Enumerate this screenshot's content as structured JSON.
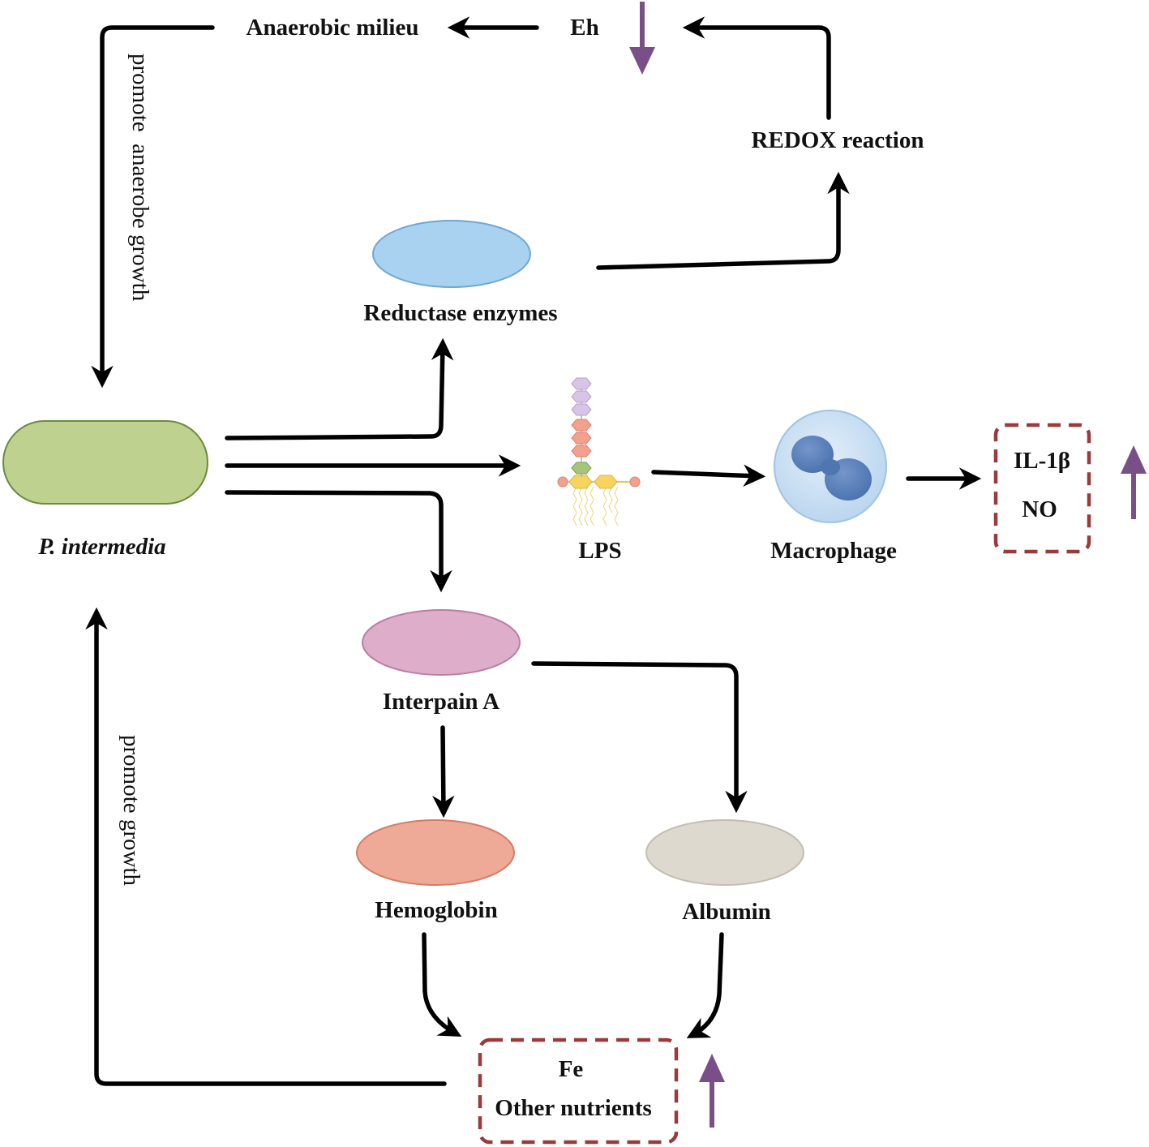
{
  "nodes": {
    "anaerobic_milieu": "Anaerobic milieu",
    "eh": "Eh",
    "redox_reaction": "REDOX reaction",
    "reductase_enzymes": "Reductase enzymes",
    "p_intermedia": "P. intermedia",
    "lps": "LPS",
    "macrophage": "Macrophage",
    "il1b": "IL-1β",
    "no": "NO",
    "interpain_a": "Interpain A",
    "hemoglobin": "Hemoglobin",
    "albumin": "Albumin",
    "fe": "Fe",
    "other_nutrients": "Other nutrients"
  },
  "edge_labels": {
    "promote_anaerobe_growth": "promote  anaerobe growth",
    "promote_growth": "promote growth"
  },
  "indicators": {
    "eh": "down",
    "cytokines": "up",
    "nutrients": "up"
  },
  "colors": {
    "p_intermedia_fill": "#bfd18f",
    "reductase_fill": "#a9d2f0",
    "macrophage_fill": "#c8e0f4",
    "macrophage_nucleus": "#5a82bd",
    "interpain_fill": "#ddadc9",
    "hemoglobin_fill": "#eeaa96",
    "albumin_fill": "#ded9cf",
    "indicator_purple": "#7a4f88",
    "dashed_box": "#9a3a3a"
  }
}
